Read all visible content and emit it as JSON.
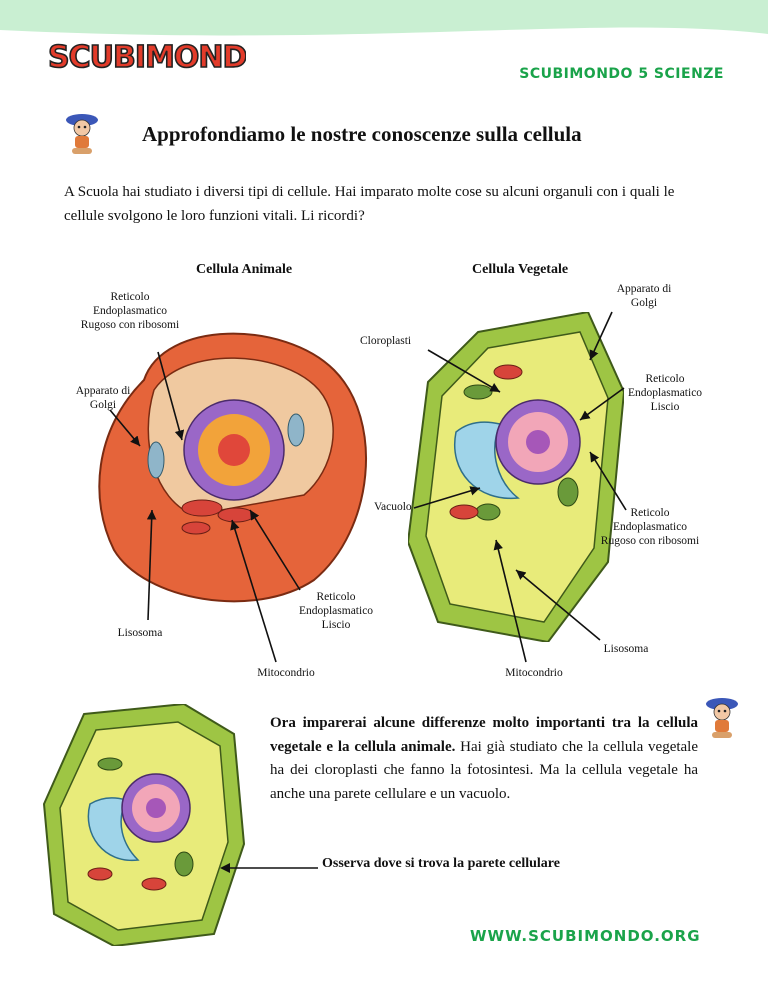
{
  "header": {
    "logo_text": "SCUBIMONDO",
    "right_title": "SCUBIMONDO 5 SCIENZE"
  },
  "title": "Approfondiamo le nostre conoscenze sulla cellula",
  "intro": "A Scuola hai studiato i diversi tipi di cellule. Hai imparato molte cose  su alcuni organuli con i quali le cellule svolgono le loro funzioni vitali. Li ricordi?",
  "diagram": {
    "animal_title": "Cellula Animale",
    "plant_title": "Cellula Vegetale",
    "animal_labels": {
      "rer": "Reticolo Endoplasmatico Rugoso con ribosomi",
      "golgi": "Apparato di Golgi",
      "lisosoma": "Lisosoma",
      "mitocondrio": "Mitocondrio",
      "rel": "Reticolo Endoplasmatico Liscio"
    },
    "plant_labels": {
      "golgi": "Apparato di Golgi",
      "cloroplasti": "Cloroplasti",
      "rel": "Reticolo Endoplasmatico Liscio",
      "vacuolo": "Vacuolo",
      "rer": "Reticolo Endoplasmatico Rugoso con ribosomi",
      "lisosoma": "Lisosoma",
      "mitocondrio": "Mitocondrio"
    }
  },
  "paragraph": {
    "bold": "Ora imparerai alcune differenze molto importanti tra la cellula vegetale e la cellula animale.",
    "rest": " Hai già studiato che la cellula vegetale ha dei cloroplasti che fanno la fotosintesi. Ma la cellula vegetale ha anche una parete cellulare e un vacuolo."
  },
  "caption": "Osserva dove si trova la parete cellulare",
  "footer": {
    "url": "WWW.SCUBIMONDO.ORG"
  },
  "colors": {
    "brand_green": "#1aa34a",
    "band_green": "#c9efd2"
  }
}
